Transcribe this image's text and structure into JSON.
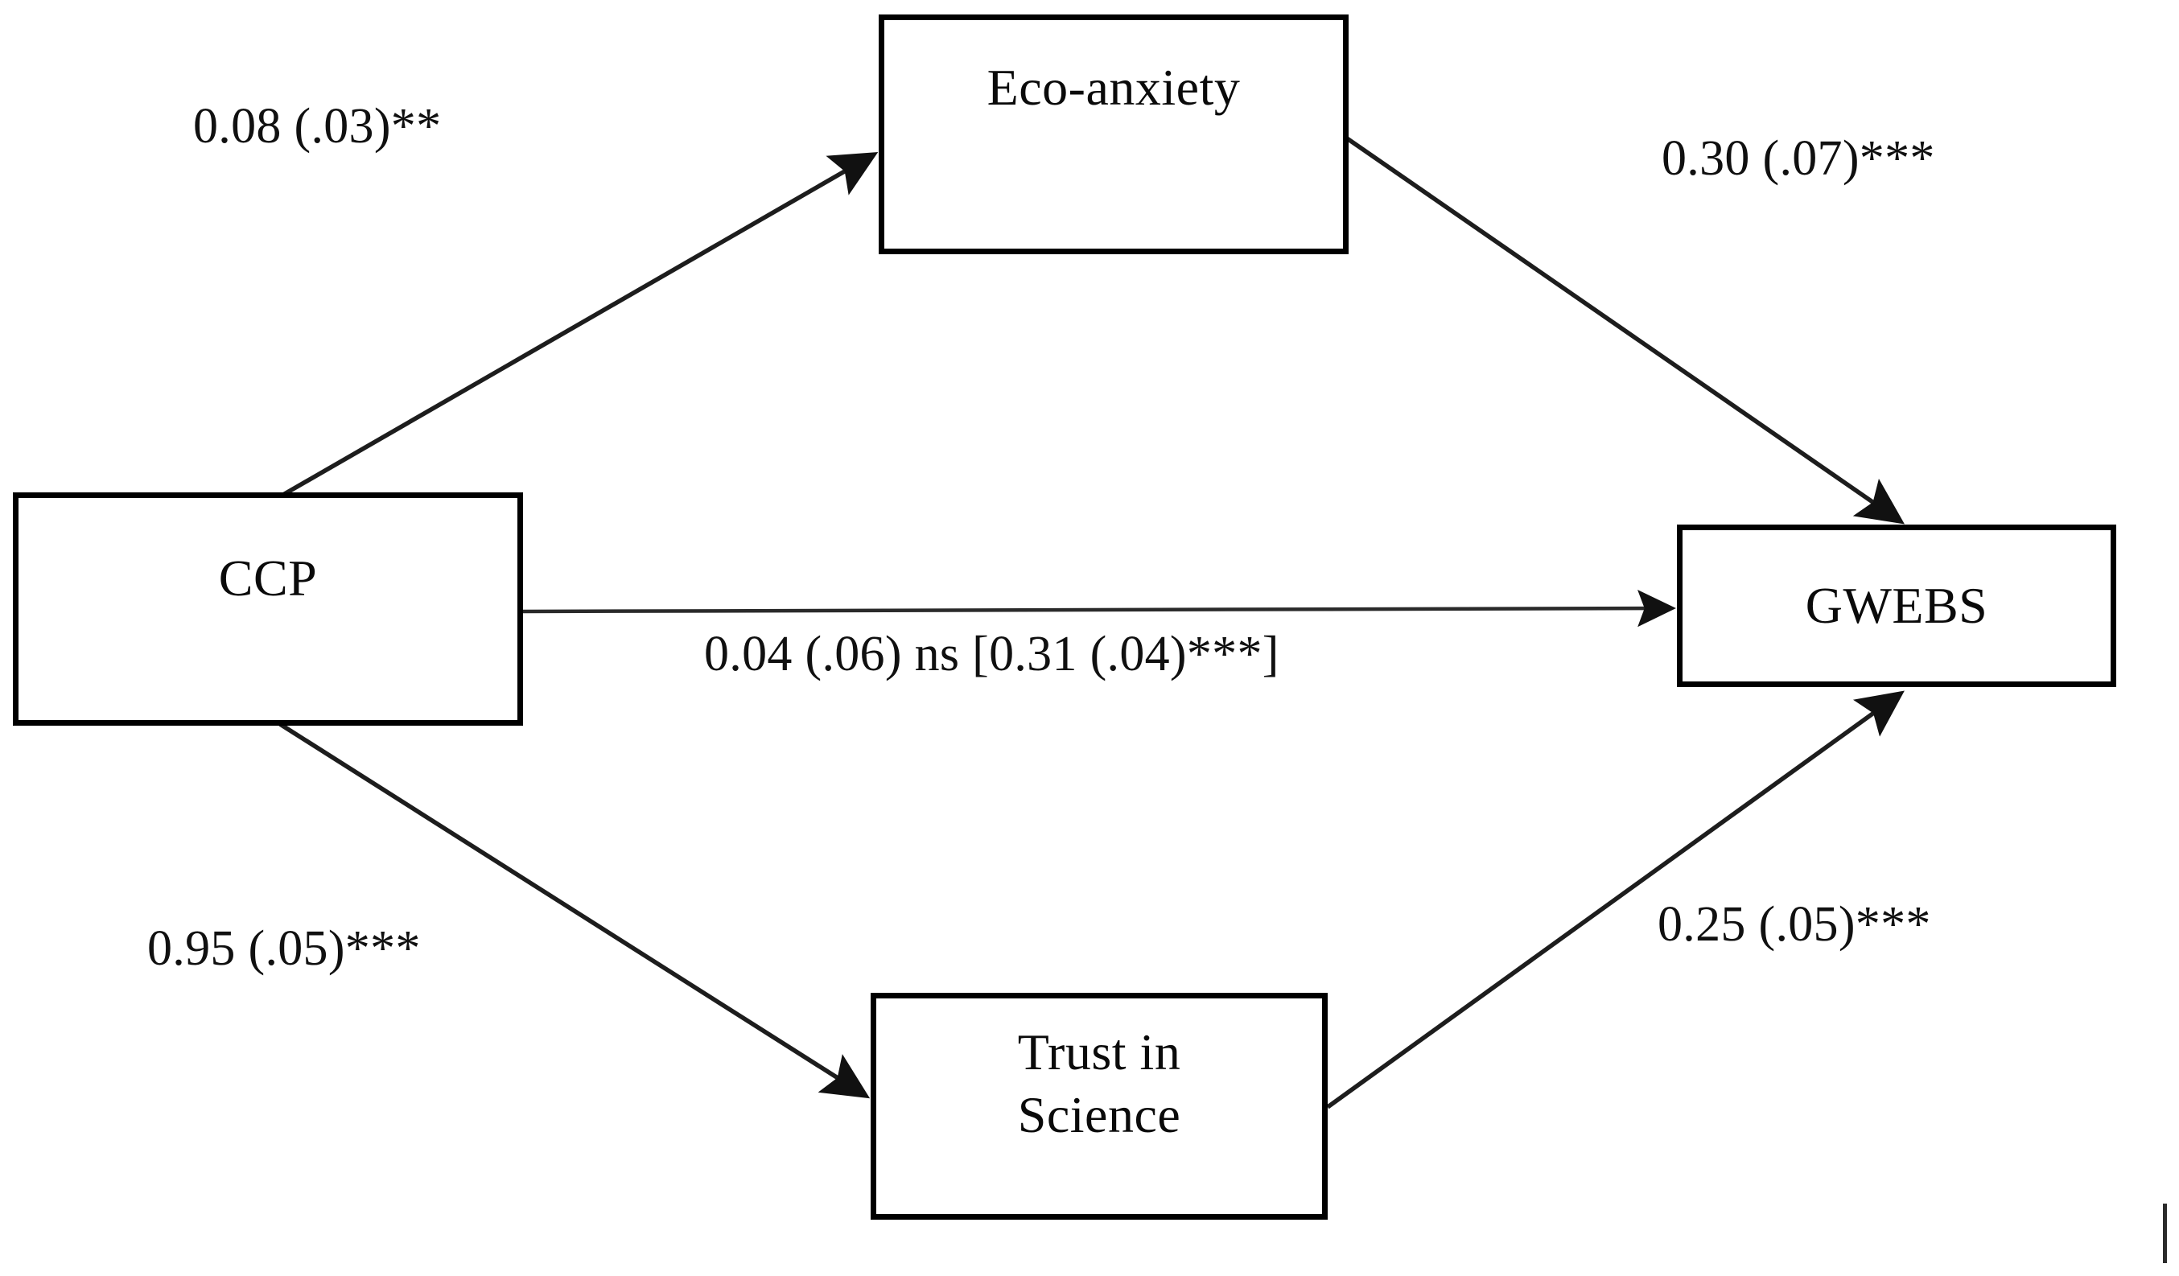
{
  "diagram": {
    "type": "path-mediation-model",
    "background_color": "#ffffff",
    "line_color": "#1a1a1a",
    "box_border_color": "#000000",
    "nodes": [
      {
        "id": "ccp",
        "label": "CCP",
        "role": "predictor"
      },
      {
        "id": "eco",
        "label": "Eco-anxiety",
        "role": "mediator"
      },
      {
        "id": "trust",
        "label": "Trust in\nScience",
        "role": "mediator"
      },
      {
        "id": "gwebs",
        "label": "GWEBS",
        "role": "outcome"
      }
    ],
    "edges": [
      {
        "id": "ccp-to-eco",
        "from": "ccp",
        "to": "eco",
        "label": "0.08 (.03)**",
        "estimate": "0.08",
        "standard_error": ".03",
        "significance": "**"
      },
      {
        "id": "eco-to-gwebs",
        "from": "eco",
        "to": "gwebs",
        "label": "0.30 (.07)***",
        "estimate": "0.30",
        "standard_error": ".07",
        "significance": "***"
      },
      {
        "id": "ccp-to-gwebs-direct",
        "from": "ccp",
        "to": "gwebs",
        "label": "0.04 (.06) ns [0.31 (.04)***]",
        "estimate": "0.04",
        "standard_error": ".06",
        "significance": "ns",
        "total_effect_bracket": "0.31 (.04)***"
      },
      {
        "id": "ccp-to-trust",
        "from": "ccp",
        "to": "trust",
        "label": "0.95 (.05)***",
        "estimate": "0.95",
        "standard_error": ".05",
        "significance": "***"
      },
      {
        "id": "trust-to-gwebs",
        "from": "trust",
        "to": "gwebs",
        "label": "0.25 (.05)***",
        "estimate": "0.25",
        "standard_error": ".05",
        "significance": "***"
      }
    ]
  }
}
